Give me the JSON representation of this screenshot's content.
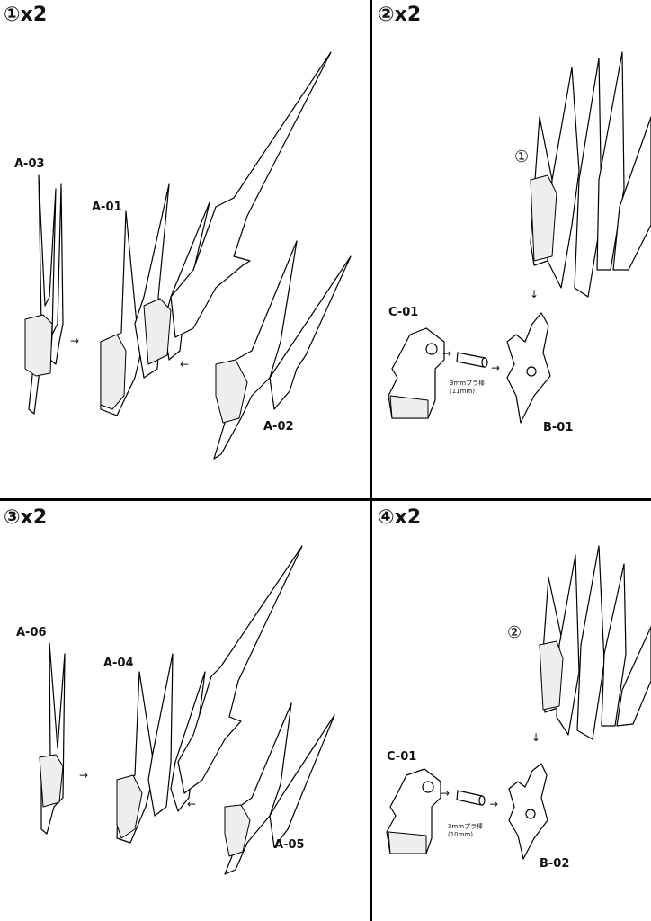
{
  "panels": [
    {
      "title": "①x2",
      "labels": [
        "A-03",
        "A-01",
        "A-02"
      ]
    },
    {
      "title": "②x2",
      "circle": "①",
      "labels": [
        "C-01",
        "B-01"
      ],
      "rod": "3mmプラ棒\n(11mm)"
    },
    {
      "title": "③x2",
      "labels": [
        "A-06",
        "A-04",
        "A-05"
      ]
    },
    {
      "title": "④x2",
      "circle": "②",
      "labels": [
        "C-01",
        "B-02"
      ],
      "rod": "3mmプラ棒\n(10mm)"
    }
  ],
  "arrows": {
    "right": "→",
    "left": "←",
    "down": "↓"
  }
}
